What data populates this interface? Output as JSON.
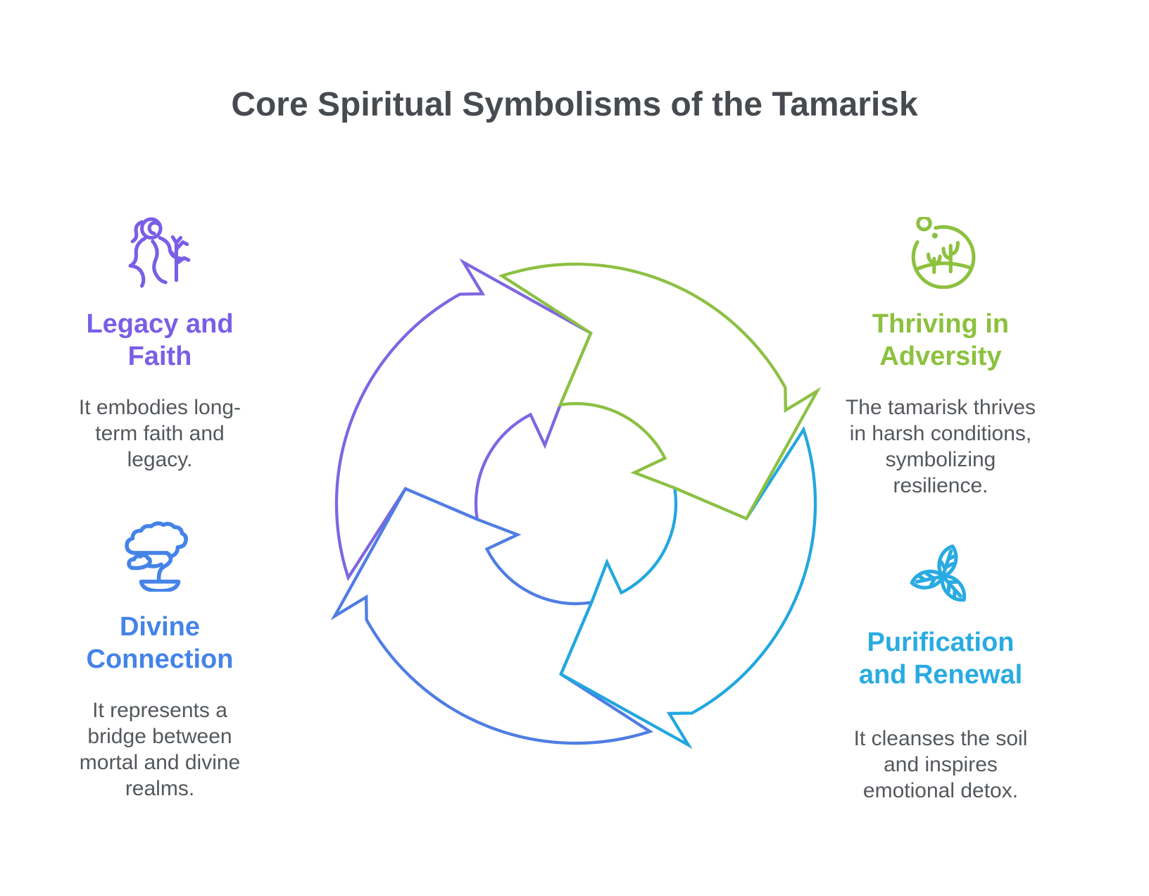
{
  "title": "Core Spiritual Symbolisms of the Tamarisk",
  "background": "#ffffff",
  "text_colors": {
    "title": "#474b4f",
    "body": "#54585c"
  },
  "items": [
    {
      "id": "legacy-and-faith",
      "icon": "woman-holding-branch-icon",
      "color": "#7a5ee6",
      "heading": "Legacy and\nFaith",
      "body": "It embodies long-\nterm faith and\nlegacy."
    },
    {
      "id": "thriving-in-adversity",
      "icon": "desert-plants-icon",
      "color": "#8cc13e",
      "heading": "Thriving in\nAdversity",
      "body": "The tamarisk thrives\nin harsh conditions,\nsymbolizing\nresilience."
    },
    {
      "id": "divine-connection",
      "icon": "bonsai-cloud-tree-icon",
      "color": "#4583e8",
      "heading": "Divine\nConnection",
      "body": "It represents a\nbridge between\nmortal and divine\nrealms."
    },
    {
      "id": "purification-and-renewal",
      "icon": "three-leaves-icon",
      "color": "#29abe2",
      "heading": "Purification\nand Renewal",
      "body": "It cleanses the soil\nand inspires\nemotional detox."
    }
  ],
  "cycle_diagram": {
    "type": "cycle-arrows",
    "arrows": [
      {
        "head_direction": "top",
        "color": "#7e66e2"
      },
      {
        "head_direction": "right",
        "color": "#8cc043"
      },
      {
        "head_direction": "bottom",
        "color": "#22a7de"
      },
      {
        "head_direction": "left",
        "color": "#4f7de3"
      }
    ]
  }
}
